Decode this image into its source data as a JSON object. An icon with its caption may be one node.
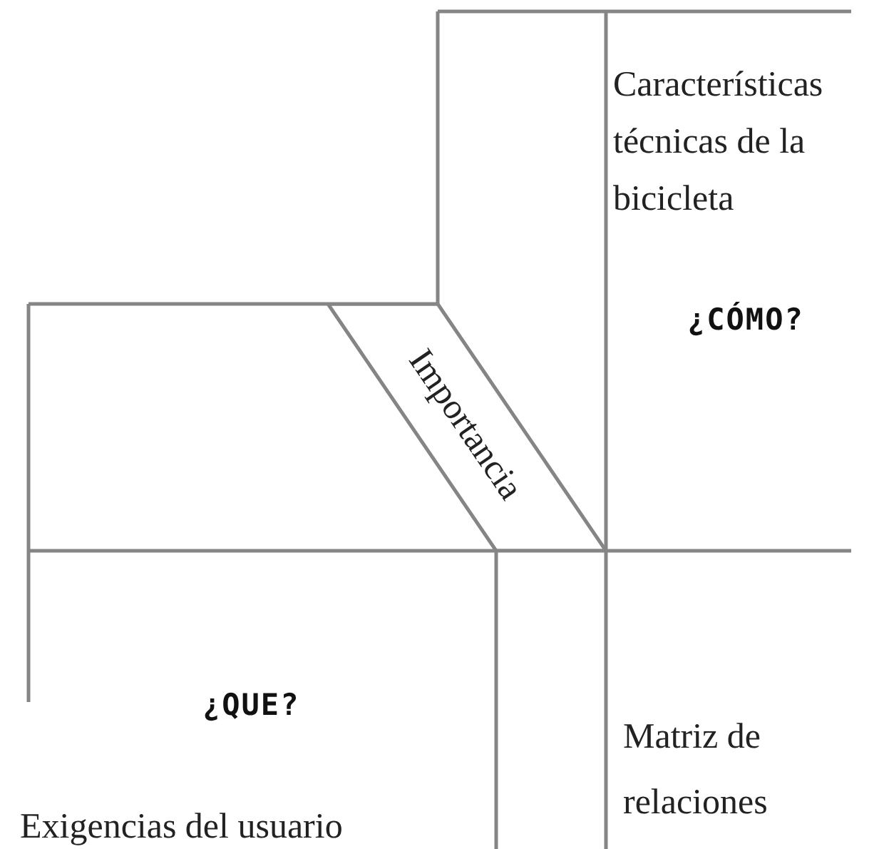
{
  "diagram": {
    "nodes": [
      {
        "text": [
          "Importancia"
        ]
      }
    ],
    "labels": [
      "Características técnicas de la bicicleta",
      "¿CÓMO?",
      "¿QUE?",
      "Exigencias del usuario",
      "Matriz de relaciones"
    ]
  }
}
